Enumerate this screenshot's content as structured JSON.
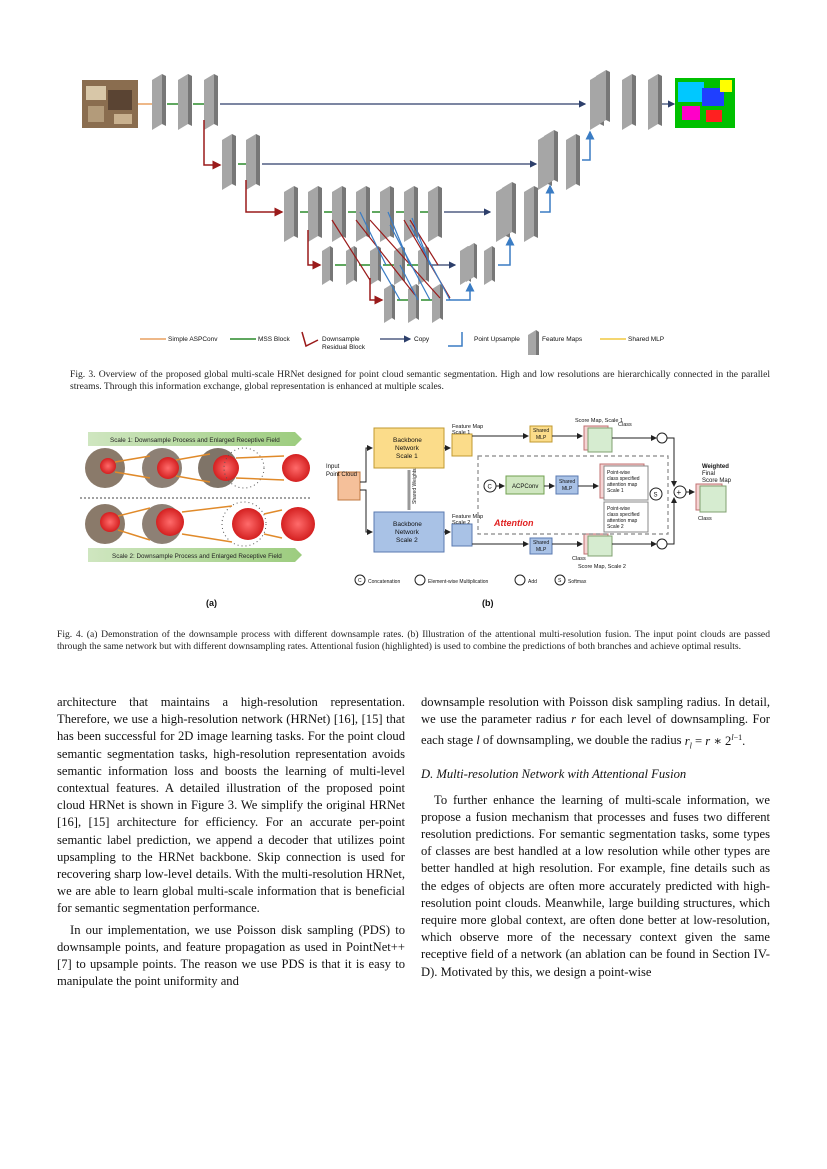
{
  "fig3": {
    "legend": {
      "simple_aspconv": "Simple ASPConv",
      "mss_block": "MSS Block",
      "downsample_residual": "Downsample\nResidual Block",
      "copy": "Copy",
      "point_upsample": "Point Upsample",
      "feature_maps": "Feature Maps",
      "shared_mlp": "Shared MLP"
    },
    "caption": "Fig. 3.   Overview of the proposed global multi-scale HRNet designed for point cloud semantic segmentation. High and low resolutions are hierarchically connected in the parallel streams. Through this information exchange, global representation is enhanced at multiple scales."
  },
  "fig4": {
    "a": {
      "scale1_label": "Scale 1: Downsample Process and Enlarged Receptive Field",
      "scale2_label": "Scale 2:  Downsample Process and Enlarged Receptive Field",
      "panel_label": "(a)"
    },
    "b": {
      "input": "Input\nPoint Cloud",
      "backbone1": "Backbone\nNetwork\nScale 1",
      "backbone2": "Backbone\nNetwork\nScale 2",
      "shared_weights": "Shared Weights",
      "fm1": "Feature Map\nScale 1",
      "fm2": "Feature Map\nScale 2",
      "shared_mlp": "Shared\nMLP",
      "acpconv": "ACPConv",
      "score1": "Score Map, Scale 1",
      "score2": "Score Map, Scale 2",
      "class": "Class",
      "pw1": "Point-wise\nclass specified\nattention map\nScale 1",
      "pw2": "Point-wise\nclass specified\nattention map\nScale 2",
      "weighted": "Weighted\nFinal\nScore Map",
      "attention": "Attention",
      "concat": "Concatenation",
      "mult": "Element-wise Multiplication",
      "add": "Add",
      "softmax": "Softmax",
      "panel_label": "(b)"
    },
    "caption": "Fig. 4.   (a) Demonstration of the downsample process with different downsample rates. (b) Illustration of the attentional multi-resolution fusion. The input point clouds are passed through the same network but with different downsampling rates. Attentional fusion (highlighted) is used to combine the predictions of both branches and achieve optimal results."
  },
  "left_column": {
    "p1": "architecture that maintains a high-resolution representation. Therefore, we use a high-resolution network (HRNet) [16], [15] that has been successful for 2D image learning tasks. For the point cloud semantic segmentation tasks, high-resolution representation avoids semantic information loss and boosts the learning of multi-level contextual features. A detailed illustration of the proposed point cloud HRNet is shown in Figure 3. We simplify the original HRNet [16], [15] architecture for efficiency. For an accurate per-point semantic label prediction, we append a decoder that utilizes point upsampling to the HRNet backbone. Skip connection is used for recovering sharp low-level details. With the multi-resolution HRNet, we are able to learn global multi-scale information that is beneficial for semantic segmentation performance.",
    "p2": "In our implementation, we use Poisson disk sampling (PDS) to downsample points, and feature propagation as used in PointNet++ [7] to upsample points. The reason we use PDS is that it is easy to manipulate the point uniformity and"
  },
  "right_column": {
    "p1a": "downsample resolution with Poisson disk sampling radius. In detail, we use the parameter radius ",
    "p1b": " for each level of downsampling. For each stage ",
    "p1c": " of downsampling, we double the radius ",
    "r": "r",
    "l": "l",
    "eq": "r_l = r * 2^{l-1}.",
    "section": "D.  Multi-resolution Network with Attentional Fusion",
    "p2": "To further enhance the learning of multi-scale information, we propose a fusion mechanism that processes and fuses two different resolution predictions. For semantic segmentation tasks, some types of classes are best handled at a low resolution while other types are better handled at high resolution. For example, fine details such as the edges of objects are often more accurately predicted with high-resolution point clouds. Meanwhile, large building structures, which require more global context, are often done better at low-resolution, which observe more of the necessary context given the same receptive field of a network (an ablation can be found in Section IV-D). Motivated by this, we design a point-wise"
  }
}
